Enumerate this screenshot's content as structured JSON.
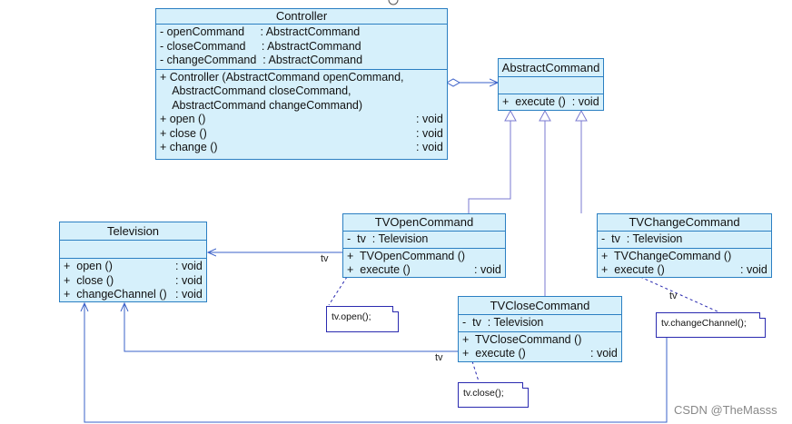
{
  "controller": {
    "name": "Controller",
    "attributes": [
      "- openCommand     : AbstractCommand",
      "- closeCommand     : AbstractCommand",
      "- changeCommand  : AbstractCommand"
    ],
    "ctor": [
      "+ Controller (AbstractCommand openCommand,",
      "    AbstractCommand closeCommand,",
      "    AbstractCommand changeCommand)"
    ],
    "methods": [
      {
        "sig": "+ open ()",
        "ret": ": void"
      },
      {
        "sig": "+ close ()",
        "ret": ": void"
      },
      {
        "sig": "+ change ()",
        "ret": ": void"
      }
    ]
  },
  "abstract_command": {
    "name": "AbstractCommand",
    "methods": [
      "+  execute ()  : void"
    ]
  },
  "television": {
    "name": "Television",
    "methods": [
      {
        "sig": "+  open ()",
        "ret": ": void"
      },
      {
        "sig": "+  close ()",
        "ret": ": void"
      },
      {
        "sig": "+  changeChannel ()",
        "ret": ": void"
      }
    ]
  },
  "tv_open": {
    "name": "TVOpenCommand",
    "attribute": "-  tv  : Television",
    "ctor": "+  TVOpenCommand ()",
    "method": {
      "sig": "+  execute ()",
      "ret": ": void"
    }
  },
  "tv_close": {
    "name": "TVCloseCommand",
    "attribute": "-  tv  : Television",
    "ctor": "+  TVCloseCommand ()",
    "method": {
      "sig": "+  execute ()",
      "ret": ": void"
    }
  },
  "tv_change": {
    "name": "TVChangeCommand",
    "attribute": "-  tv  : Television",
    "ctor": "+  TVChangeCommand ()",
    "method": {
      "sig": "+  execute ()",
      "ret": ": void"
    }
  },
  "notes": {
    "open": "tv.open();",
    "close": "tv.close();",
    "change": "tv.changeChannel();"
  },
  "role_labels": {
    "open": "tv",
    "close": "tv",
    "change": "tv"
  },
  "watermark": "CSDN @TheMasss",
  "colors": {
    "box_fill": "#d6f0fb",
    "box_border": "#2b7fc2",
    "line": "#3a60c8",
    "note_border": "#2a2ab0"
  }
}
